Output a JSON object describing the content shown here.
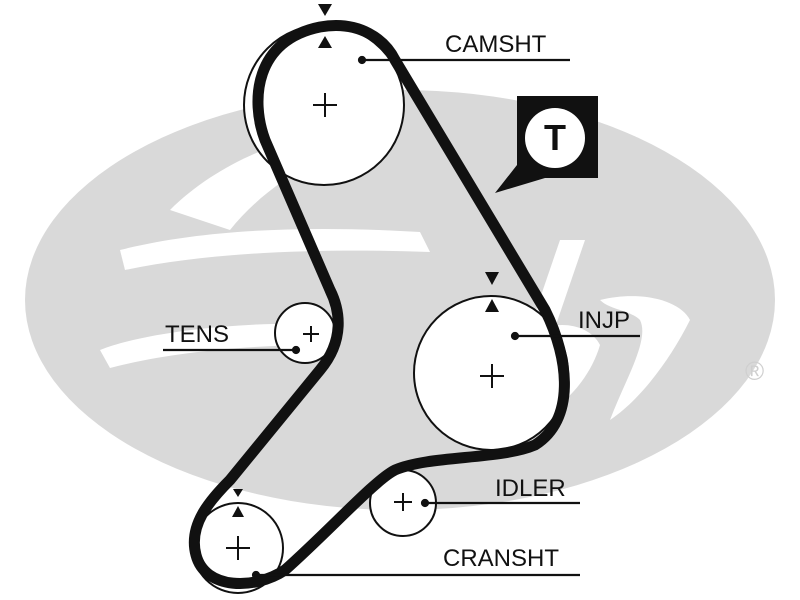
{
  "diagram": {
    "title": "Timing belt routing diagram",
    "brand_watermark": "Gates",
    "registered_mark": "®",
    "badge": {
      "icon": "tensioner-callout-icon",
      "letter": "T"
    },
    "pulleys": [
      {
        "id": "camshaft",
        "label": "CAMSHT",
        "timing_mark": true
      },
      {
        "id": "tensioner",
        "label": "TENS",
        "timing_mark": false
      },
      {
        "id": "injection-pump",
        "label": "INJP",
        "timing_mark": true
      },
      {
        "id": "idler",
        "label": "IDLER",
        "timing_mark": false
      },
      {
        "id": "crankshaft",
        "label": "CRANSHT",
        "timing_mark": true
      }
    ],
    "colors": {
      "belt": "#111111",
      "watermark": "#d9d9d9",
      "background": "#ffffff"
    }
  }
}
